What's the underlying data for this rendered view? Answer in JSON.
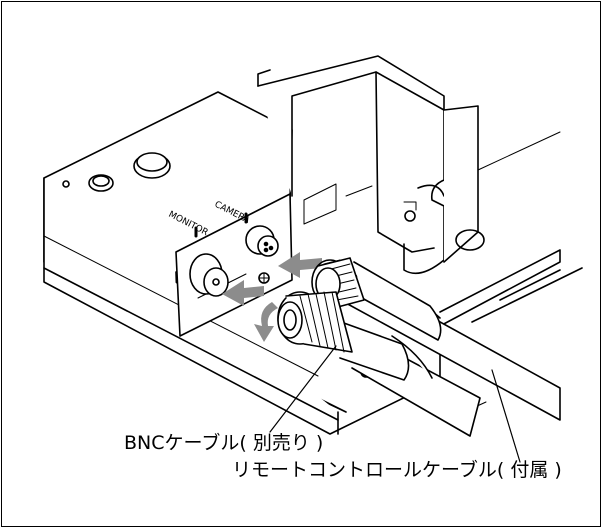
{
  "labels": {
    "camera": "CAMERA",
    "monitor": "MONITOR",
    "bnc_cable": "BNCケーブル( 別売り )",
    "remote_cable": "リモートコントロールケーブル( 付属 )"
  },
  "colors": {
    "line": "#000000",
    "arrow": "#8c8c8c",
    "background": "#ffffff"
  }
}
